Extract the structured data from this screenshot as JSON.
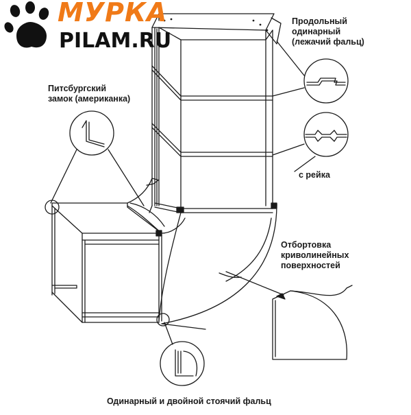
{
  "logo": {
    "brand_top": "МУРКА",
    "brand_bottom": "PILAM.RU",
    "icon": "paw-print-icon",
    "colors": {
      "accent": "#f07a18",
      "dark": "#111111"
    }
  },
  "labels": {
    "longitudinal_seam": [
      "Продольный",
      "одинарный",
      "(лежачий фальц)"
    ],
    "pittsburgh_lock": [
      "Питсбургский",
      "замок (американка)"
    ],
    "rail": "с рейка",
    "flanging": [
      "Отбортовка",
      "криволинейных",
      "поверхностей"
    ],
    "standing_seam": "Одинарный и двойной стоячий фальц"
  }
}
